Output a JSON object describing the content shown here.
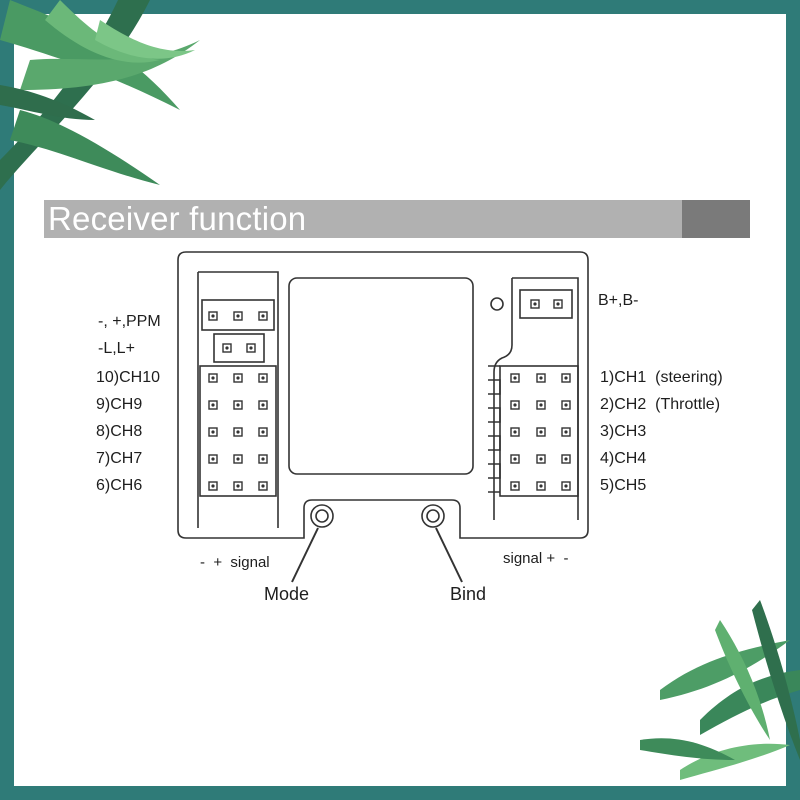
{
  "title": "Receiver function",
  "labels": {
    "left_top": "-, +,PPM",
    "left_mid": "-L,L+",
    "right_top": "B+,B-",
    "bottom_left": "-  +  signal",
    "bottom_right": "signal +  -",
    "mode": "Mode",
    "bind": "Bind"
  },
  "left_channels": [
    "10)CH10",
    "9)CH9",
    "8)CH8",
    "7)CH7",
    "6)CH6"
  ],
  "right_channels": [
    "1)CH1  (steering)",
    "2)CH2  (Throttle)",
    "3)CH3",
    "4)CH4",
    "5)CH5"
  ],
  "colors": {
    "border_teal": "#2f7b78",
    "title_bar": "#b1b1b1",
    "title_accent": "#7a7a7a",
    "leaf_green": "#3f8f62"
  },
  "icons": [
    "leaf-icon",
    "button-icon",
    "pin-icon"
  ]
}
